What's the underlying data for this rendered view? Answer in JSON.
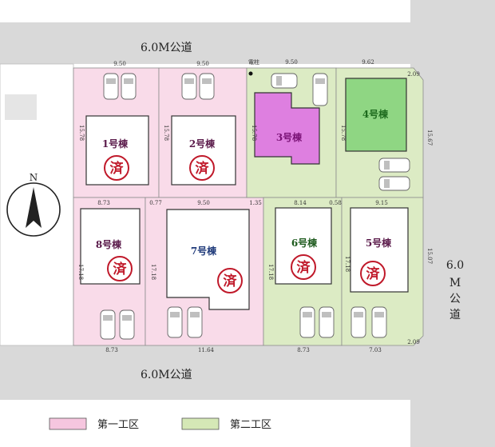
{
  "roads": {
    "top": "6.0M公道",
    "bottom": "6.0M公道",
    "right_lines": [
      "6.0",
      "M",
      "公道"
    ]
  },
  "houses": [
    {
      "id": "h1",
      "label": "1号棟",
      "phase": "第一工区",
      "sold": true
    },
    {
      "id": "h2",
      "label": "2号棟",
      "phase": "第一工区",
      "sold": true
    },
    {
      "id": "h3",
      "label": "3号棟",
      "phase": "第二工区",
      "sold": false
    },
    {
      "id": "h4",
      "label": "4号棟",
      "phase": "第二工区",
      "sold": false
    },
    {
      "id": "h5",
      "label": "5号棟",
      "phase": "第二工区",
      "sold": true
    },
    {
      "id": "h6",
      "label": "6号棟",
      "phase": "第二工区",
      "sold": true
    },
    {
      "id": "h7",
      "label": "7号棟",
      "phase": "第一工区",
      "sold": true
    },
    {
      "id": "h8",
      "label": "8号棟",
      "phase": "第一工区",
      "sold": true
    }
  ],
  "sold_mark": "済",
  "utility_pole_label": "電柱",
  "dimensions": {
    "top_row": [
      "9.50",
      "9.50",
      "9.50",
      "9.62",
      "2.09"
    ],
    "middle_row": [
      "8.73",
      "0.77",
      "9.50",
      "1.35",
      "8.14",
      "0.58",
      "9.15"
    ],
    "bottom_row": [
      "8.73",
      "11.64",
      "8.73",
      "7.03",
      "2.09"
    ],
    "lot_depths": [
      "15.78",
      "15.78",
      "15.78",
      "15.78",
      "15.67",
      "17.18",
      "17.18",
      "17.18",
      "17.18",
      "15.07"
    ]
  },
  "compass": {
    "label": "N"
  },
  "legend": [
    {
      "label": "第一工区",
      "color": "#f6c6df"
    },
    {
      "label": "第二工区",
      "color": "#d5e8b6"
    }
  ],
  "colors": {
    "phase1_lot": "#f9dbe9",
    "phase2_lot": "#dcebc4",
    "road": "#d9d9d9",
    "house3_fill": "#de7fe0",
    "house4_fill": "#8fd683",
    "house3_label": "#7a1276",
    "house4_label": "#1d6a1d",
    "house_label_other": "#5a1a4a",
    "sold_red": "#c0192a"
  }
}
